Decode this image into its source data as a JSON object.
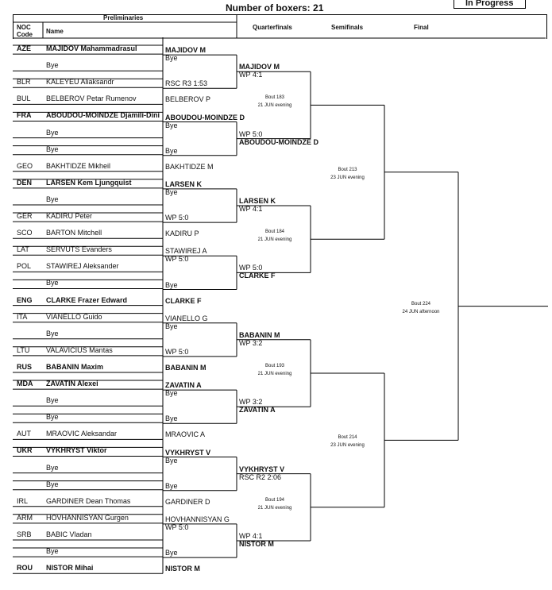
{
  "header": {
    "title": "Number of boxers: 21",
    "status_badge": "In Progress",
    "preliminaries": "Preliminaries",
    "noc_code": "NOC\nCode",
    "name": "Name",
    "quarterfinals": "Quarterfinals",
    "semifinals": "Semifinals",
    "final": "Final"
  },
  "entrants": [
    {
      "noc": "AZE",
      "name": "MAJIDOV Mahammadrasul",
      "bold": true
    },
    {
      "noc": "",
      "name": "Bye",
      "bold": false
    },
    {
      "noc": "BLR",
      "name": "KALEYEU Aliaksandr",
      "bold": false
    },
    {
      "noc": "BUL",
      "name": "BELBEROV Petar Rumenov",
      "bold": false
    },
    {
      "noc": "FRA",
      "name": "ABOUDOU-MOINDZE Djamili-Dini",
      "bold": true
    },
    {
      "noc": "",
      "name": "Bye",
      "bold": false
    },
    {
      "noc": "",
      "name": "Bye",
      "bold": false
    },
    {
      "noc": "GEO",
      "name": "BAKHTIDZE Mikheil",
      "bold": false
    },
    {
      "noc": "DEN",
      "name": "LARSEN Kem Ljungquist",
      "bold": true
    },
    {
      "noc": "",
      "name": "Bye",
      "bold": false
    },
    {
      "noc": "GER",
      "name": "KADIRU Peter",
      "bold": false
    },
    {
      "noc": "SCO",
      "name": "BARTON Mitchell",
      "bold": false
    },
    {
      "noc": "LAT",
      "name": "SERVUTS Evanders",
      "bold": false
    },
    {
      "noc": "POL",
      "name": "STAWIREJ Aleksander",
      "bold": false
    },
    {
      "noc": "",
      "name": "Bye",
      "bold": false
    },
    {
      "noc": "ENG",
      "name": "CLARKE Frazer Edward",
      "bold": true
    },
    {
      "noc": "ITA",
      "name": "VIANELLO Guido",
      "bold": false
    },
    {
      "noc": "",
      "name": "Bye",
      "bold": false
    },
    {
      "noc": "LTU",
      "name": "VALAVICIUS Mantas",
      "bold": false
    },
    {
      "noc": "RUS",
      "name": "BABANIN Maxim",
      "bold": true
    },
    {
      "noc": "MDA",
      "name": "ZAVATIN Alexei",
      "bold": true
    },
    {
      "noc": "",
      "name": "Bye",
      "bold": false
    },
    {
      "noc": "",
      "name": "Bye",
      "bold": false
    },
    {
      "noc": "AUT",
      "name": "MRAOVIC Aleksandar",
      "bold": false
    },
    {
      "noc": "UKR",
      "name": "VYKHRYST Viktor",
      "bold": true
    },
    {
      "noc": "",
      "name": "Bye",
      "bold": false
    },
    {
      "noc": "",
      "name": "Bye",
      "bold": false
    },
    {
      "noc": "IRL",
      "name": "GARDINER Dean Thomas",
      "bold": false
    },
    {
      "noc": "ARM",
      "name": "HOVHANNISYAN Gurgen",
      "bold": false
    },
    {
      "noc": "SRB",
      "name": "BABIC Vladan",
      "bold": false
    },
    {
      "noc": "",
      "name": "Bye",
      "bold": false
    },
    {
      "noc": "ROU",
      "name": "NISTOR Mihai",
      "bold": true
    }
  ],
  "preliminary_bouts": [
    {
      "top": "MAJIDOV M",
      "top_bold": true,
      "res": "Bye",
      "bot": "",
      "bot_bold": false
    },
    {
      "top": "RSC R3 1:53",
      "top_bold": false,
      "res": "",
      "bot": "BELBEROV P",
      "bot_bold": false
    },
    {
      "top": "ABOUDOU-MOINDZE D",
      "top_bold": true,
      "res": "Bye",
      "bot": "",
      "bot_bold": false
    },
    {
      "top": "Bye",
      "top_bold": false,
      "res": "",
      "bot": "BAKHTIDZE M",
      "bot_bold": false
    },
    {
      "top": "LARSEN K",
      "top_bold": true,
      "res": "Bye",
      "bot": "",
      "bot_bold": false
    },
    {
      "top": "WP 5:0",
      "top_bold": false,
      "res": "",
      "bot": "KADIRU P",
      "bot_bold": false
    },
    {
      "top": "STAWIREJ A",
      "top_bold": false,
      "res": "WP 5:0",
      "bot": "",
      "bot_bold": false
    },
    {
      "top": "Bye",
      "top_bold": false,
      "res": "",
      "bot": "CLARKE F",
      "bot_bold": true
    },
    {
      "top": "VIANELLO G",
      "top_bold": false,
      "res": "Bye",
      "bot": "",
      "bot_bold": false
    },
    {
      "top": "WP 5:0",
      "top_bold": false,
      "res": "",
      "bot": "BABANIN M",
      "bot_bold": true
    },
    {
      "top": "ZAVATIN A",
      "top_bold": true,
      "res": "Bye",
      "bot": "",
      "bot_bold": false
    },
    {
      "top": "Bye",
      "top_bold": false,
      "res": "",
      "bot": "MRAOVIC A",
      "bot_bold": false
    },
    {
      "top": "VYKHRYST V",
      "top_bold": true,
      "res": "Bye",
      "bot": "",
      "bot_bold": false
    },
    {
      "top": "Bye",
      "top_bold": false,
      "res": "",
      "bot": "GARDINER D",
      "bot_bold": false
    },
    {
      "top": "HOVHANNISYAN G",
      "top_bold": false,
      "res": "WP 5:0",
      "bot": "",
      "bot_bold": false
    },
    {
      "top": "Bye",
      "top_bold": false,
      "res": "",
      "bot": "NISTOR M",
      "bot_bold": true
    }
  ],
  "quarterfinals": [
    {
      "top": "MAJIDOV M",
      "res": "WP 4:1",
      "bot": "ABOUDOU-MOINDZE D",
      "res2": "WP 5:0",
      "bout": "Bout  183",
      "date": "21 JUN evening"
    },
    {
      "top": "LARSEN K",
      "res": "WP 4:1",
      "bot": "CLARKE F",
      "res2": "WP 5:0",
      "bout": "Bout  184",
      "date": "21 JUN evening"
    },
    {
      "top": "BABANIN M",
      "res": "WP 3:2",
      "bot": "ZAVATIN A",
      "res2": "WP 3:2",
      "bout": "Bout  193",
      "date": "21 JUN evening"
    },
    {
      "top": "VYKHRYST V",
      "res": "RSC R2 2:06",
      "bot": "NISTOR M",
      "res2": "WP 4:1",
      "bout": "Bout  194",
      "date": "21 JUN evening"
    }
  ],
  "semifinals": [
    {
      "bout": "Bout  213",
      "date": "23 JUN evening"
    },
    {
      "bout": "Bout  214",
      "date": "23 JUN evening"
    }
  ],
  "final": {
    "bout": "Bout  224",
    "date": "24 JUN afternoon"
  }
}
